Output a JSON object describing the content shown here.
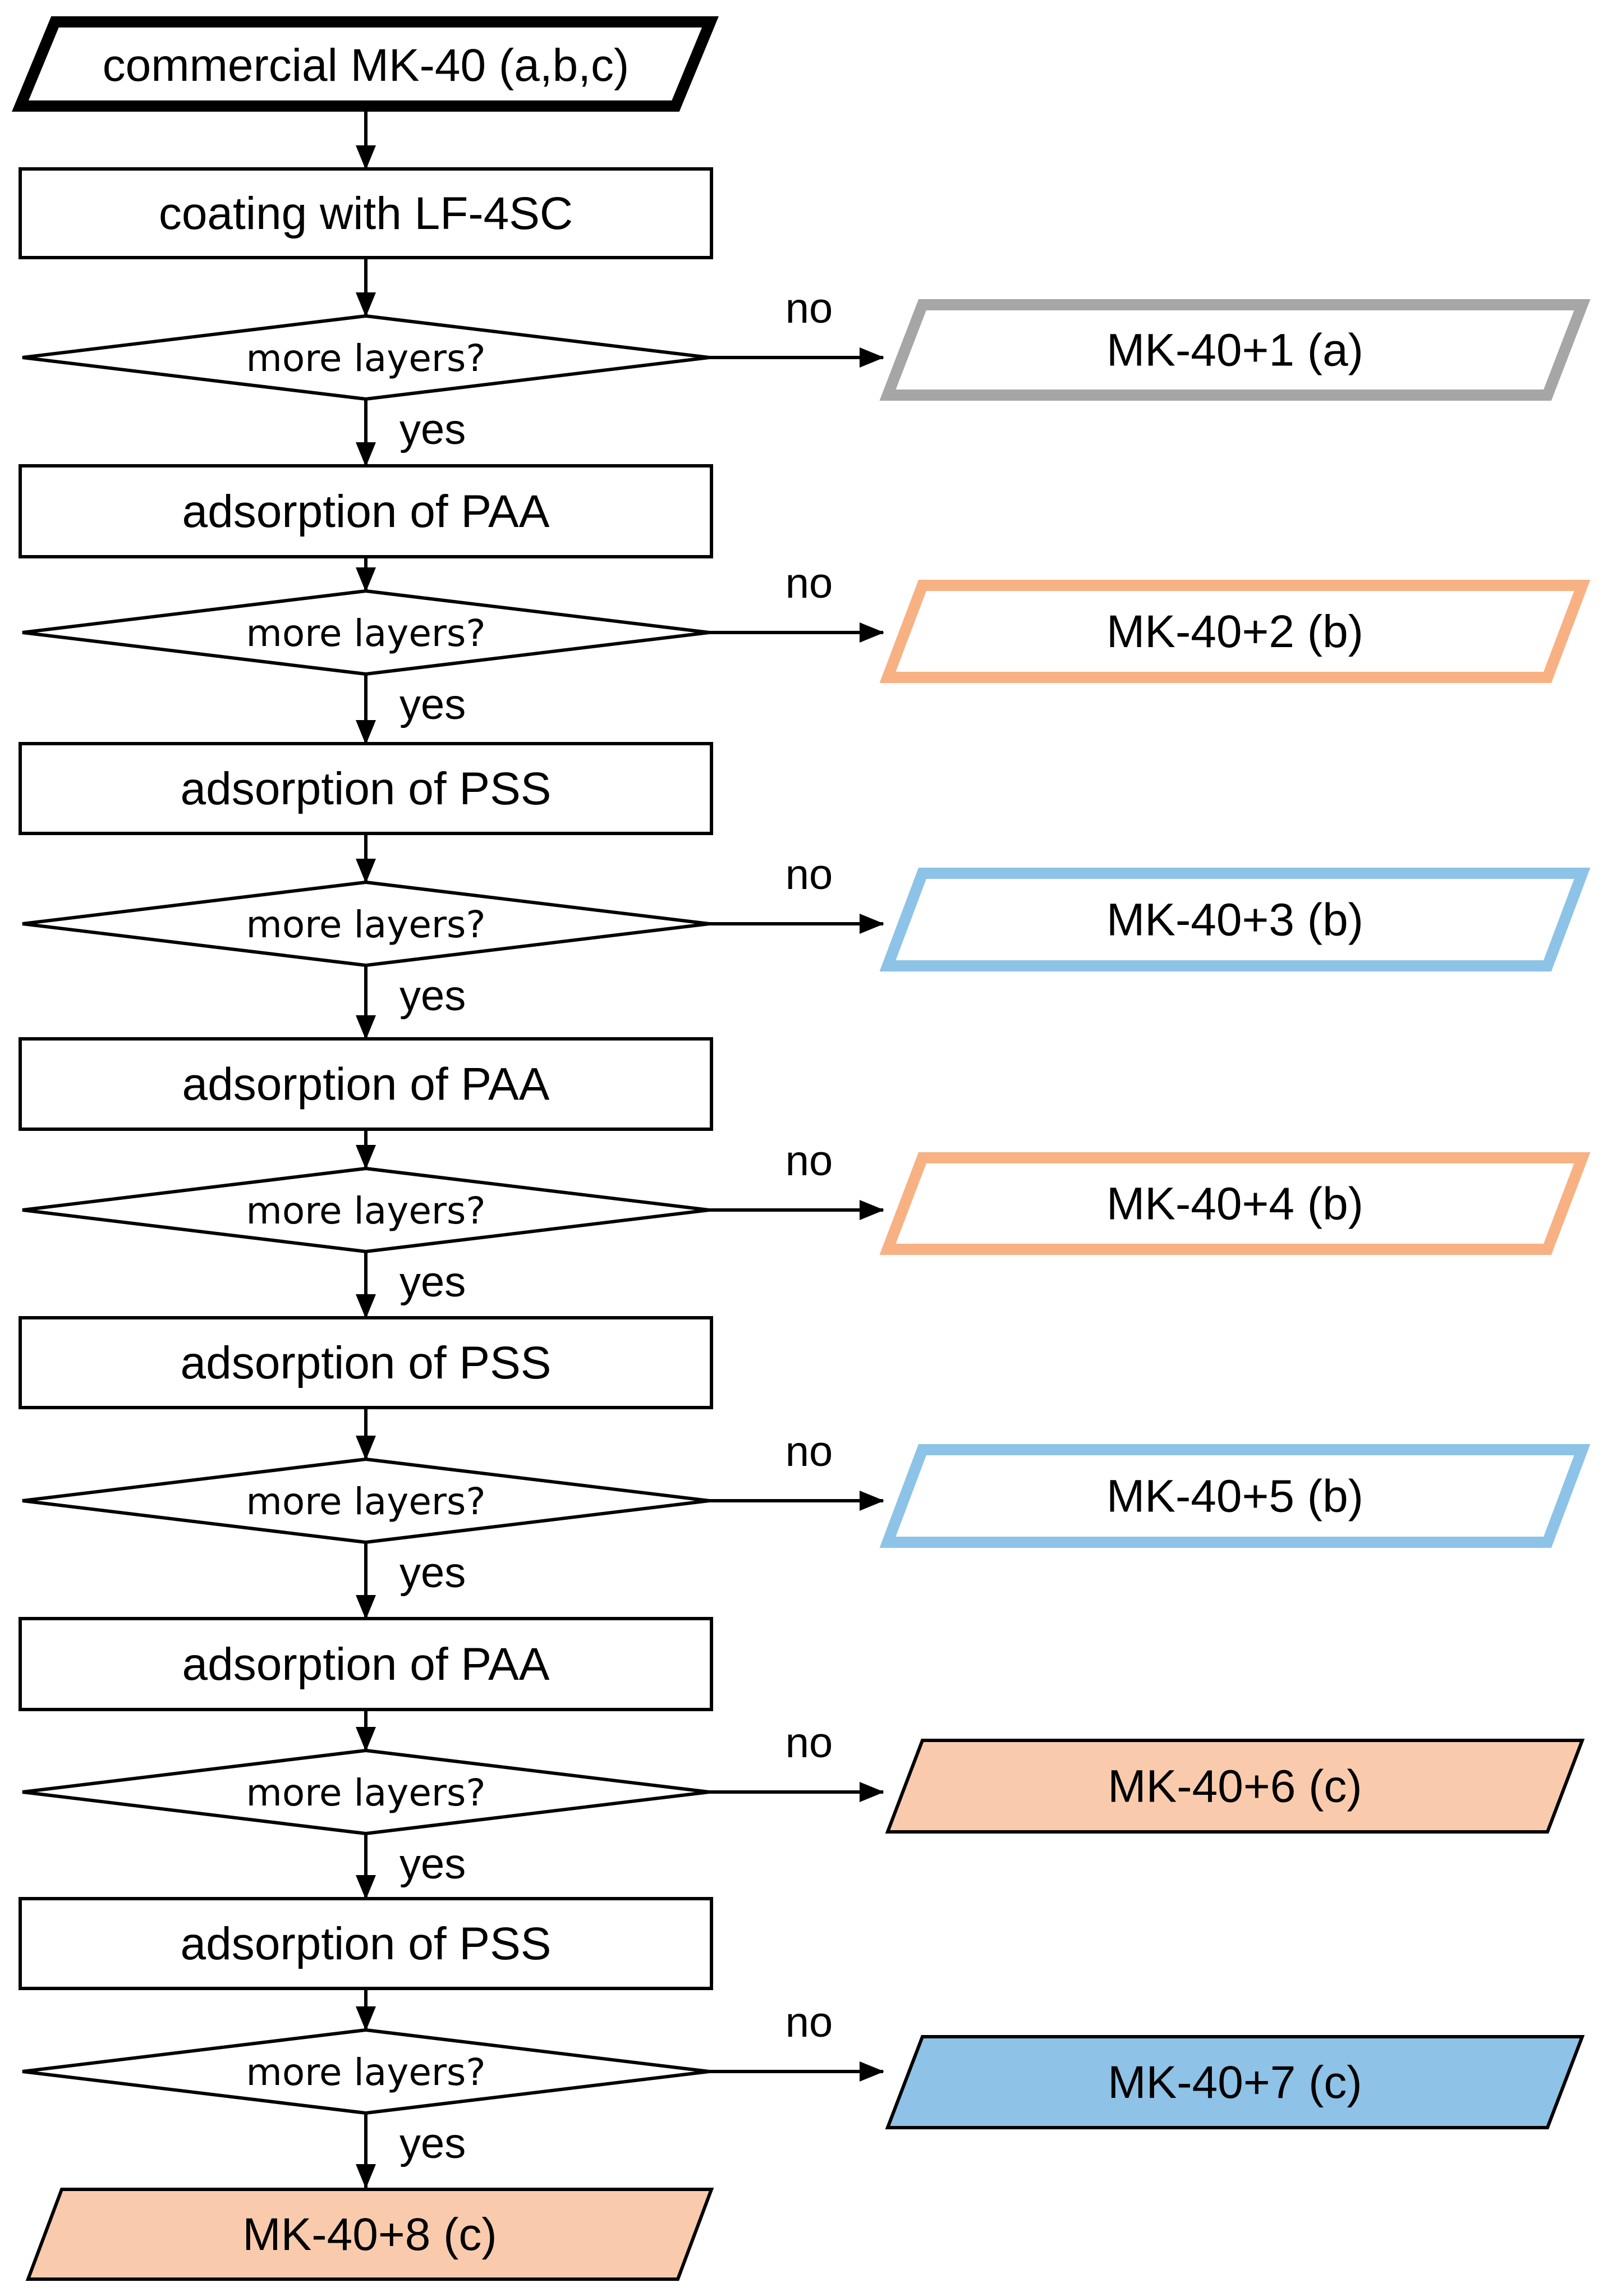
{
  "start": {
    "label": "commercial MK-40 (a,b,c)"
  },
  "steps": [
    "coating with LF-4SC",
    "adsorption of PAA",
    "adsorption of PSS",
    "adsorption of PAA",
    "adsorption of PSS",
    "adsorption of PAA",
    "adsorption of PSS"
  ],
  "decision_label": "more layers?",
  "yes_label": "yes",
  "no_label": "no",
  "outputs": [
    {
      "label": "MK-40+1 (a)",
      "style": "outline",
      "color": "#A6A6A6"
    },
    {
      "label": "MK-40+2 (b)",
      "style": "outline",
      "color": "#F8B183"
    },
    {
      "label": "MK-40+3 (b)",
      "style": "outline",
      "color": "#8DC3E6"
    },
    {
      "label": "MK-40+4 (b)",
      "style": "outline",
      "color": "#F8B183"
    },
    {
      "label": "MK-40+5 (b)",
      "style": "outline",
      "color": "#8DC3E6"
    },
    {
      "label": "MK-40+6 (c)",
      "style": "filled",
      "color": "#F9CBAC"
    },
    {
      "label": "MK-40+7 (c)",
      "style": "filled",
      "color": "#8EC2E6"
    }
  ],
  "final": {
    "label": "MK-40+8 (c)",
    "color": "#F9CBAC"
  }
}
